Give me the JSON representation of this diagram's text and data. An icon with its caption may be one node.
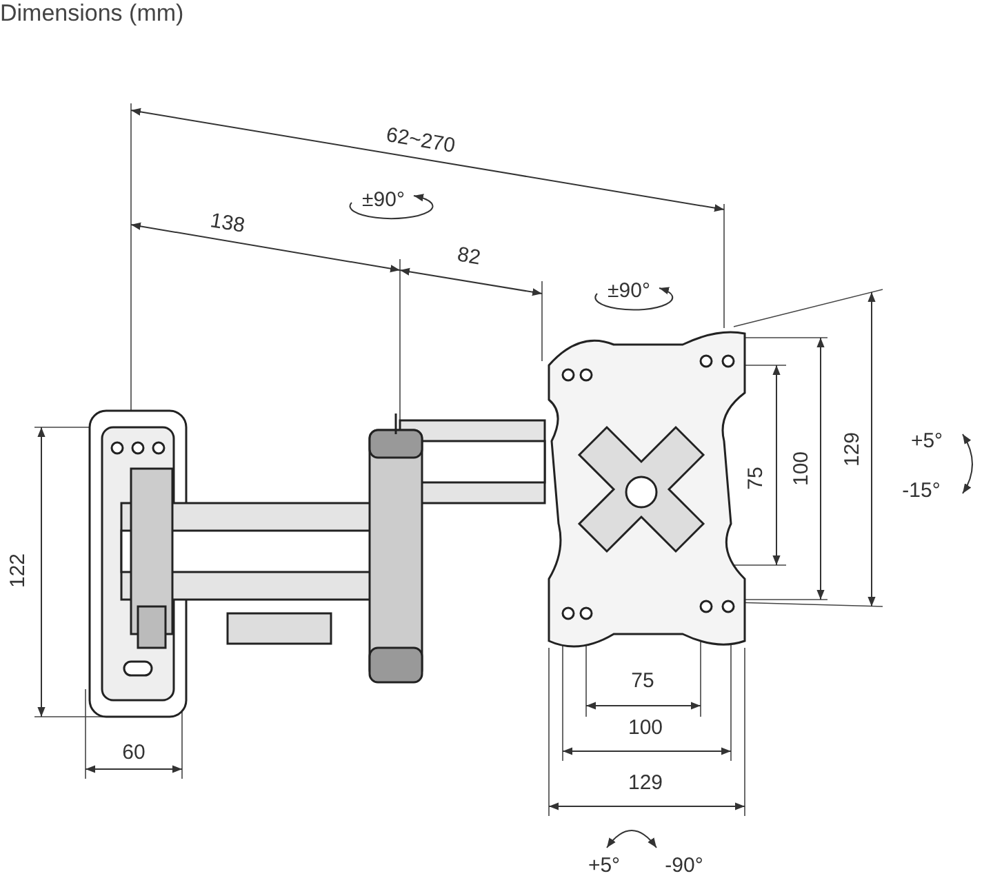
{
  "diagram": {
    "title": "Dimensions (mm)",
    "labels": [
      "62~270",
      "±90°",
      "138",
      "82",
      "±90°",
      "+5°",
      "-15°",
      "75",
      "100",
      "129",
      "122",
      "75",
      "100",
      "129",
      "60",
      "+5°",
      "-90°"
    ]
  }
}
